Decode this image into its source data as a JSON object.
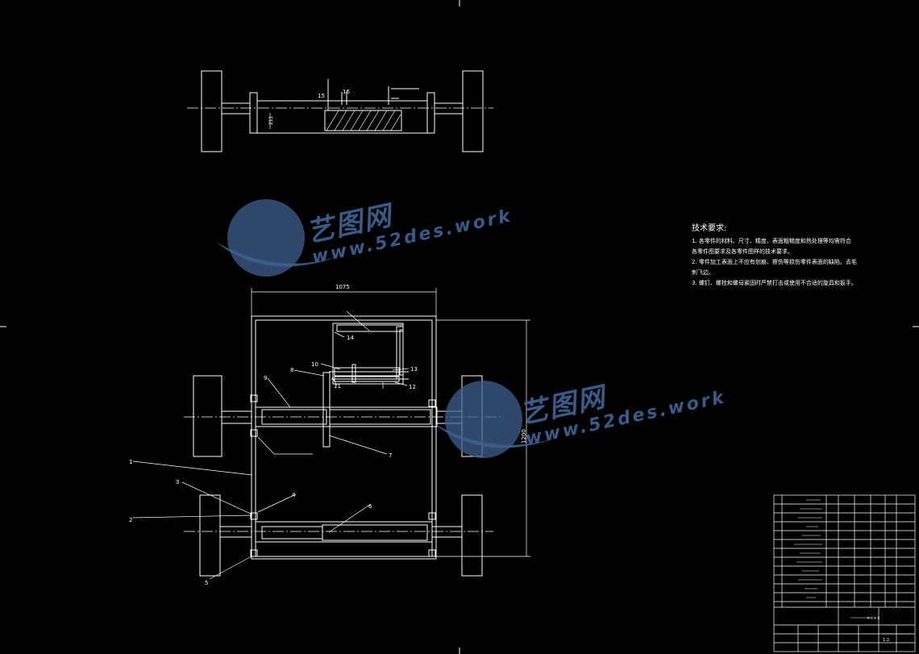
{
  "technical_requirements": {
    "title": "技术要求:",
    "lines": [
      "1. 各零件的材料、尺寸、精度、表面粗糙度和热处理等均需符合",
      "各零件图要求及各零件图样的技术要求。",
      "2. 零件加工表面上不应有划痕、擦伤等损伤零件表面的缺陷。去毛",
      "刺飞边。",
      "3. 螺钉、螺栓和螺母紧固时严禁打击或使用不合适的旋具和扳手。"
    ]
  },
  "dimensions": {
    "overall_width": "1075",
    "top_height": "211",
    "side_height": "1200",
    "top_dims": [
      "15",
      "16"
    ]
  },
  "part_callouts": [
    "1",
    "2",
    "3",
    "4",
    "5",
    "6",
    "7",
    "8",
    "9",
    "10",
    "11",
    "12",
    "13",
    "14"
  ],
  "watermark": {
    "cn": "艺图网",
    "url": "www.52des.work"
  },
  "title_block": {
    "scale": "1:2",
    "code": "××××"
  },
  "colors": {
    "background": "#000000",
    "lines": "#ffffff",
    "watermark": "#3d5f8e"
  }
}
